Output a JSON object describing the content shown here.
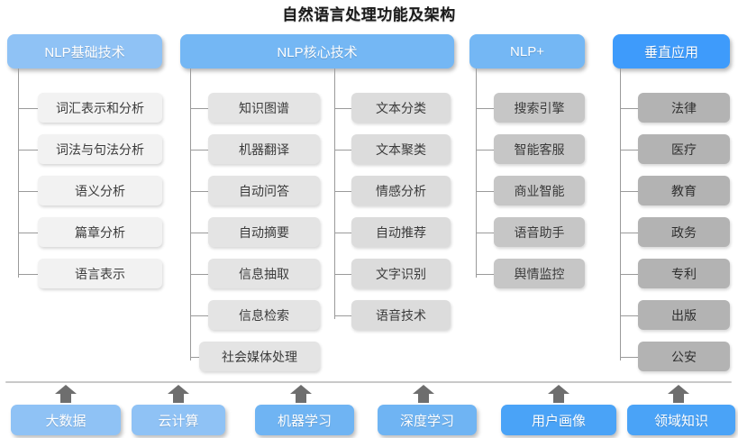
{
  "title": "自然语言处理功能及架构",
  "columns": [
    {
      "id": "nlp-basic",
      "header": "NLP基础技术",
      "items": [
        "词汇表示和分析",
        "词法与句法分析",
        "语义分析",
        "篇章分析",
        "语言表示"
      ]
    },
    {
      "id": "nlp-core",
      "header": "NLP核心技术",
      "items_left": [
        "知识图谱",
        "机器翻译",
        "自动问答",
        "自动摘要",
        "信息抽取",
        "信息检索",
        "社会媒体处理"
      ],
      "items_right": [
        "文本分类",
        "文本聚类",
        "情感分析",
        "自动推荐",
        "文字识别",
        "语音技术"
      ]
    },
    {
      "id": "nlp-plus",
      "header": "NLP+",
      "items": [
        "搜索引擎",
        "智能客服",
        "商业智能",
        "语音助手",
        "舆情监控"
      ]
    },
    {
      "id": "vertical-apps",
      "header": "垂直应用",
      "items": [
        "法律",
        "医疗",
        "教育",
        "政务",
        "专利",
        "出版",
        "公安"
      ]
    }
  ],
  "foundation": {
    "items": [
      "大数据",
      "云计算",
      "机器学习",
      "深度学习",
      "用户画像",
      "领域知识"
    ],
    "arrow_icon": "up-arrow-icon"
  },
  "colors": {
    "header_light": "#8fc2f5",
    "header_mid": "#74b7f4",
    "header_strong": "#3e9bfb",
    "leaf_lightest": "#f2f2f2",
    "leaf_light": "#e4e4e4",
    "leaf_mid": "#dcdcdc",
    "leaf_dark": "#c6c6c6",
    "leaf_darkest": "#b3b3b3",
    "connector": "#9a9a9a",
    "divider": "#c9c9c9",
    "title_text": "#1a1a1a"
  }
}
